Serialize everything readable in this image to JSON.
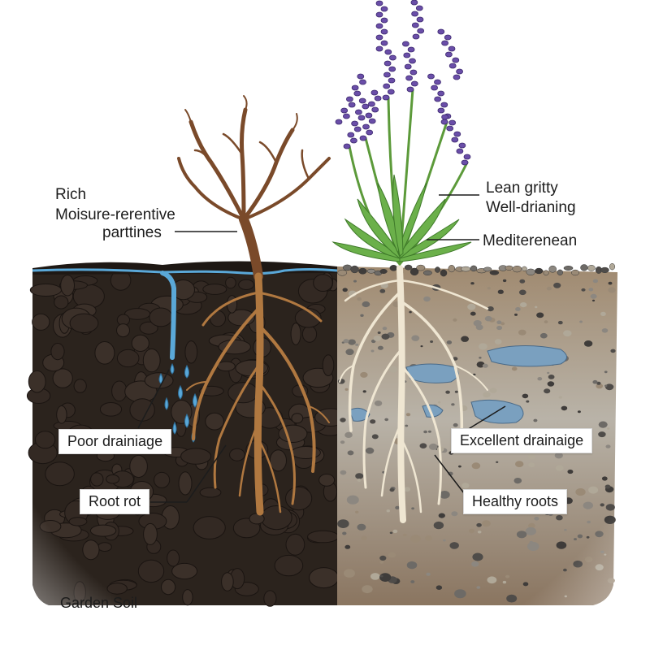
{
  "left_panel": {
    "heading_line1": "Rich",
    "heading_line2": "Moisure-rerentive",
    "heading_line3": "parttines",
    "poor_drainage_label": "Poor drainiage",
    "root_rot_label": "Root rot",
    "footer_label": "Garden Soil"
  },
  "right_panel": {
    "heading_line1": "Lean gritty",
    "heading_line2": "Well-drianing",
    "mediterranean_label": "Mediterenean",
    "excellent_drainage_label": "Excellent drainaige",
    "healthy_roots_label": "Healthy roots"
  },
  "colors": {
    "garden_soil": "#2b231d",
    "gritty_soil": "#8a7560",
    "water": "#5aa8d8",
    "dry_roots": "#7a4a2a",
    "healthy_roots": "#efe6d2",
    "lavender_flower": "#6a4ea8",
    "lavender_foliage": "#5c9a3a"
  }
}
